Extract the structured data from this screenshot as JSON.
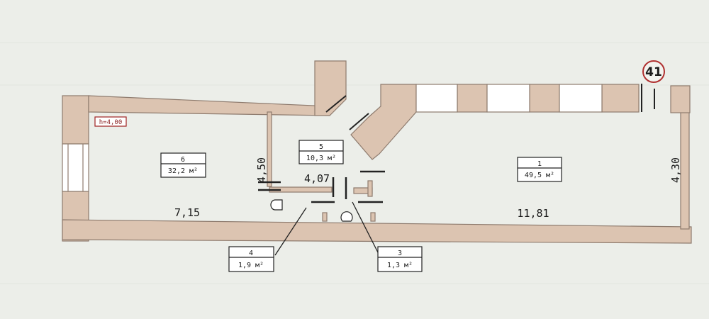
{
  "building_marker": "41",
  "height_tag": "h=4,00",
  "rooms": [
    {
      "number": "6",
      "area": "32,2 м²"
    },
    {
      "number": "5",
      "area": "10,3 м²"
    },
    {
      "number": "1",
      "area": "49,5 м²"
    },
    {
      "number": "4",
      "area": "1,9 м²"
    },
    {
      "number": "3",
      "area": "1,3 м²"
    }
  ],
  "dimensions": {
    "room6_width": "7,15",
    "room6_height": "4,50",
    "room5_width": "4,07",
    "room1_width": "11,81",
    "room1_height": "4,30"
  },
  "colors": {
    "wall": "#dcc4b1",
    "wall_stroke": "#8e7b6e",
    "paper": "#eceee9",
    "line": "#222222",
    "tag": "#a02222"
  }
}
